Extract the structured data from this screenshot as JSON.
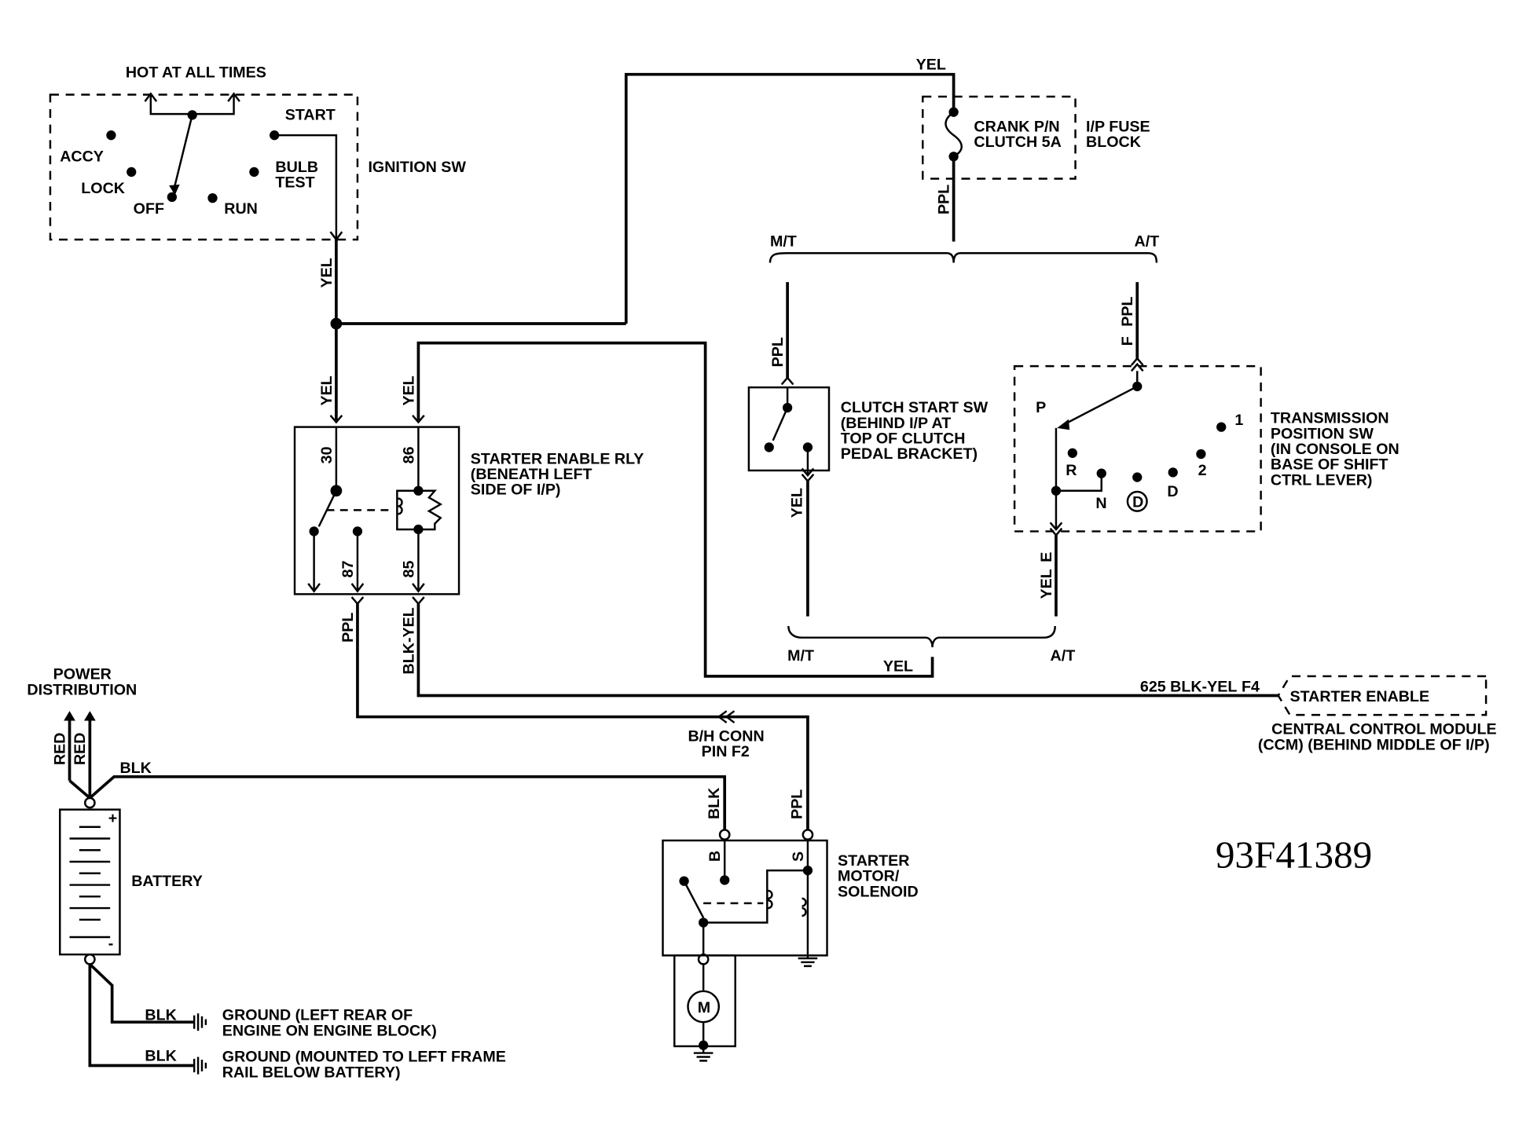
{
  "ignition_switch": {
    "supply": "HOT AT ALL TIMES",
    "positions": {
      "accy": "ACCY",
      "lock": "LOCK",
      "off": "OFF",
      "run": "RUN",
      "start": "START",
      "bulb1": "BULB",
      "bulb2": "TEST"
    },
    "name": "IGNITION SW"
  },
  "fuse_block": {
    "fuse_line1": "CRANK P/N",
    "fuse_line2": "CLUTCH 5A",
    "block_line1": "I/P FUSE",
    "block_line2": "BLOCK"
  },
  "relay": {
    "name_line1": "STARTER ENABLE RLY",
    "name_line2": "(BENEATH LEFT",
    "name_line3": "SIDE OF I/P)",
    "pin30": "30",
    "pin86": "86",
    "pin87": "87",
    "pin85": "85"
  },
  "clutch_switch": {
    "line1": "CLUTCH START SW",
    "line2": "(BEHIND I/P AT",
    "line3": "TOP OF CLUTCH",
    "line4": "PEDAL BRACKET)"
  },
  "trans_switch": {
    "line1": "TRANSMISSION",
    "line2": "POSITION SW",
    "line3": "(IN CONSOLE ON",
    "line4": "BASE OF SHIFT",
    "line5": "CTRL LEVER)",
    "positions": {
      "p": "P",
      "r": "R",
      "n": "N",
      "od": "D",
      "d": "D",
      "two": "2",
      "one": "1"
    },
    "pin_top": "F",
    "pin_bottom": "E"
  },
  "options": {
    "mt": "M/T",
    "at": "A/T"
  },
  "ccm": {
    "function": "STARTER ENABLE",
    "name_line1": "CENTRAL CONTROL MODULE",
    "name_line2": "(CCM) (BEHIND MIDDLE OF I/P)",
    "circuit": "625 BLK-YEL",
    "pin": "F4"
  },
  "connector": {
    "line1": "B/H CONN",
    "line2": "PIN F2"
  },
  "power": {
    "line1": "POWER",
    "line2": "DISTRIBUTION"
  },
  "battery": {
    "name": "BATTERY",
    "plus": "+",
    "minus": "-"
  },
  "starter": {
    "line1": "STARTER",
    "line2": "MOTOR/",
    "line3": "SOLENOID",
    "pin_b": "B",
    "pin_s": "S",
    "motor": "M"
  },
  "grounds": {
    "g1_line1": "GROUND (LEFT REAR OF",
    "g1_line2": "ENGINE ON ENGINE BLOCK)",
    "g2_line1": "GROUND (MOUNTED TO LEFT FRAME",
    "g2_line2": "RAIL BELOW BATTERY)"
  },
  "wires": {
    "yel": "YEL",
    "ppl": "PPL",
    "blk": "BLK",
    "red": "RED",
    "blk_yel": "BLK-YEL"
  },
  "doc_id": "93F41389"
}
